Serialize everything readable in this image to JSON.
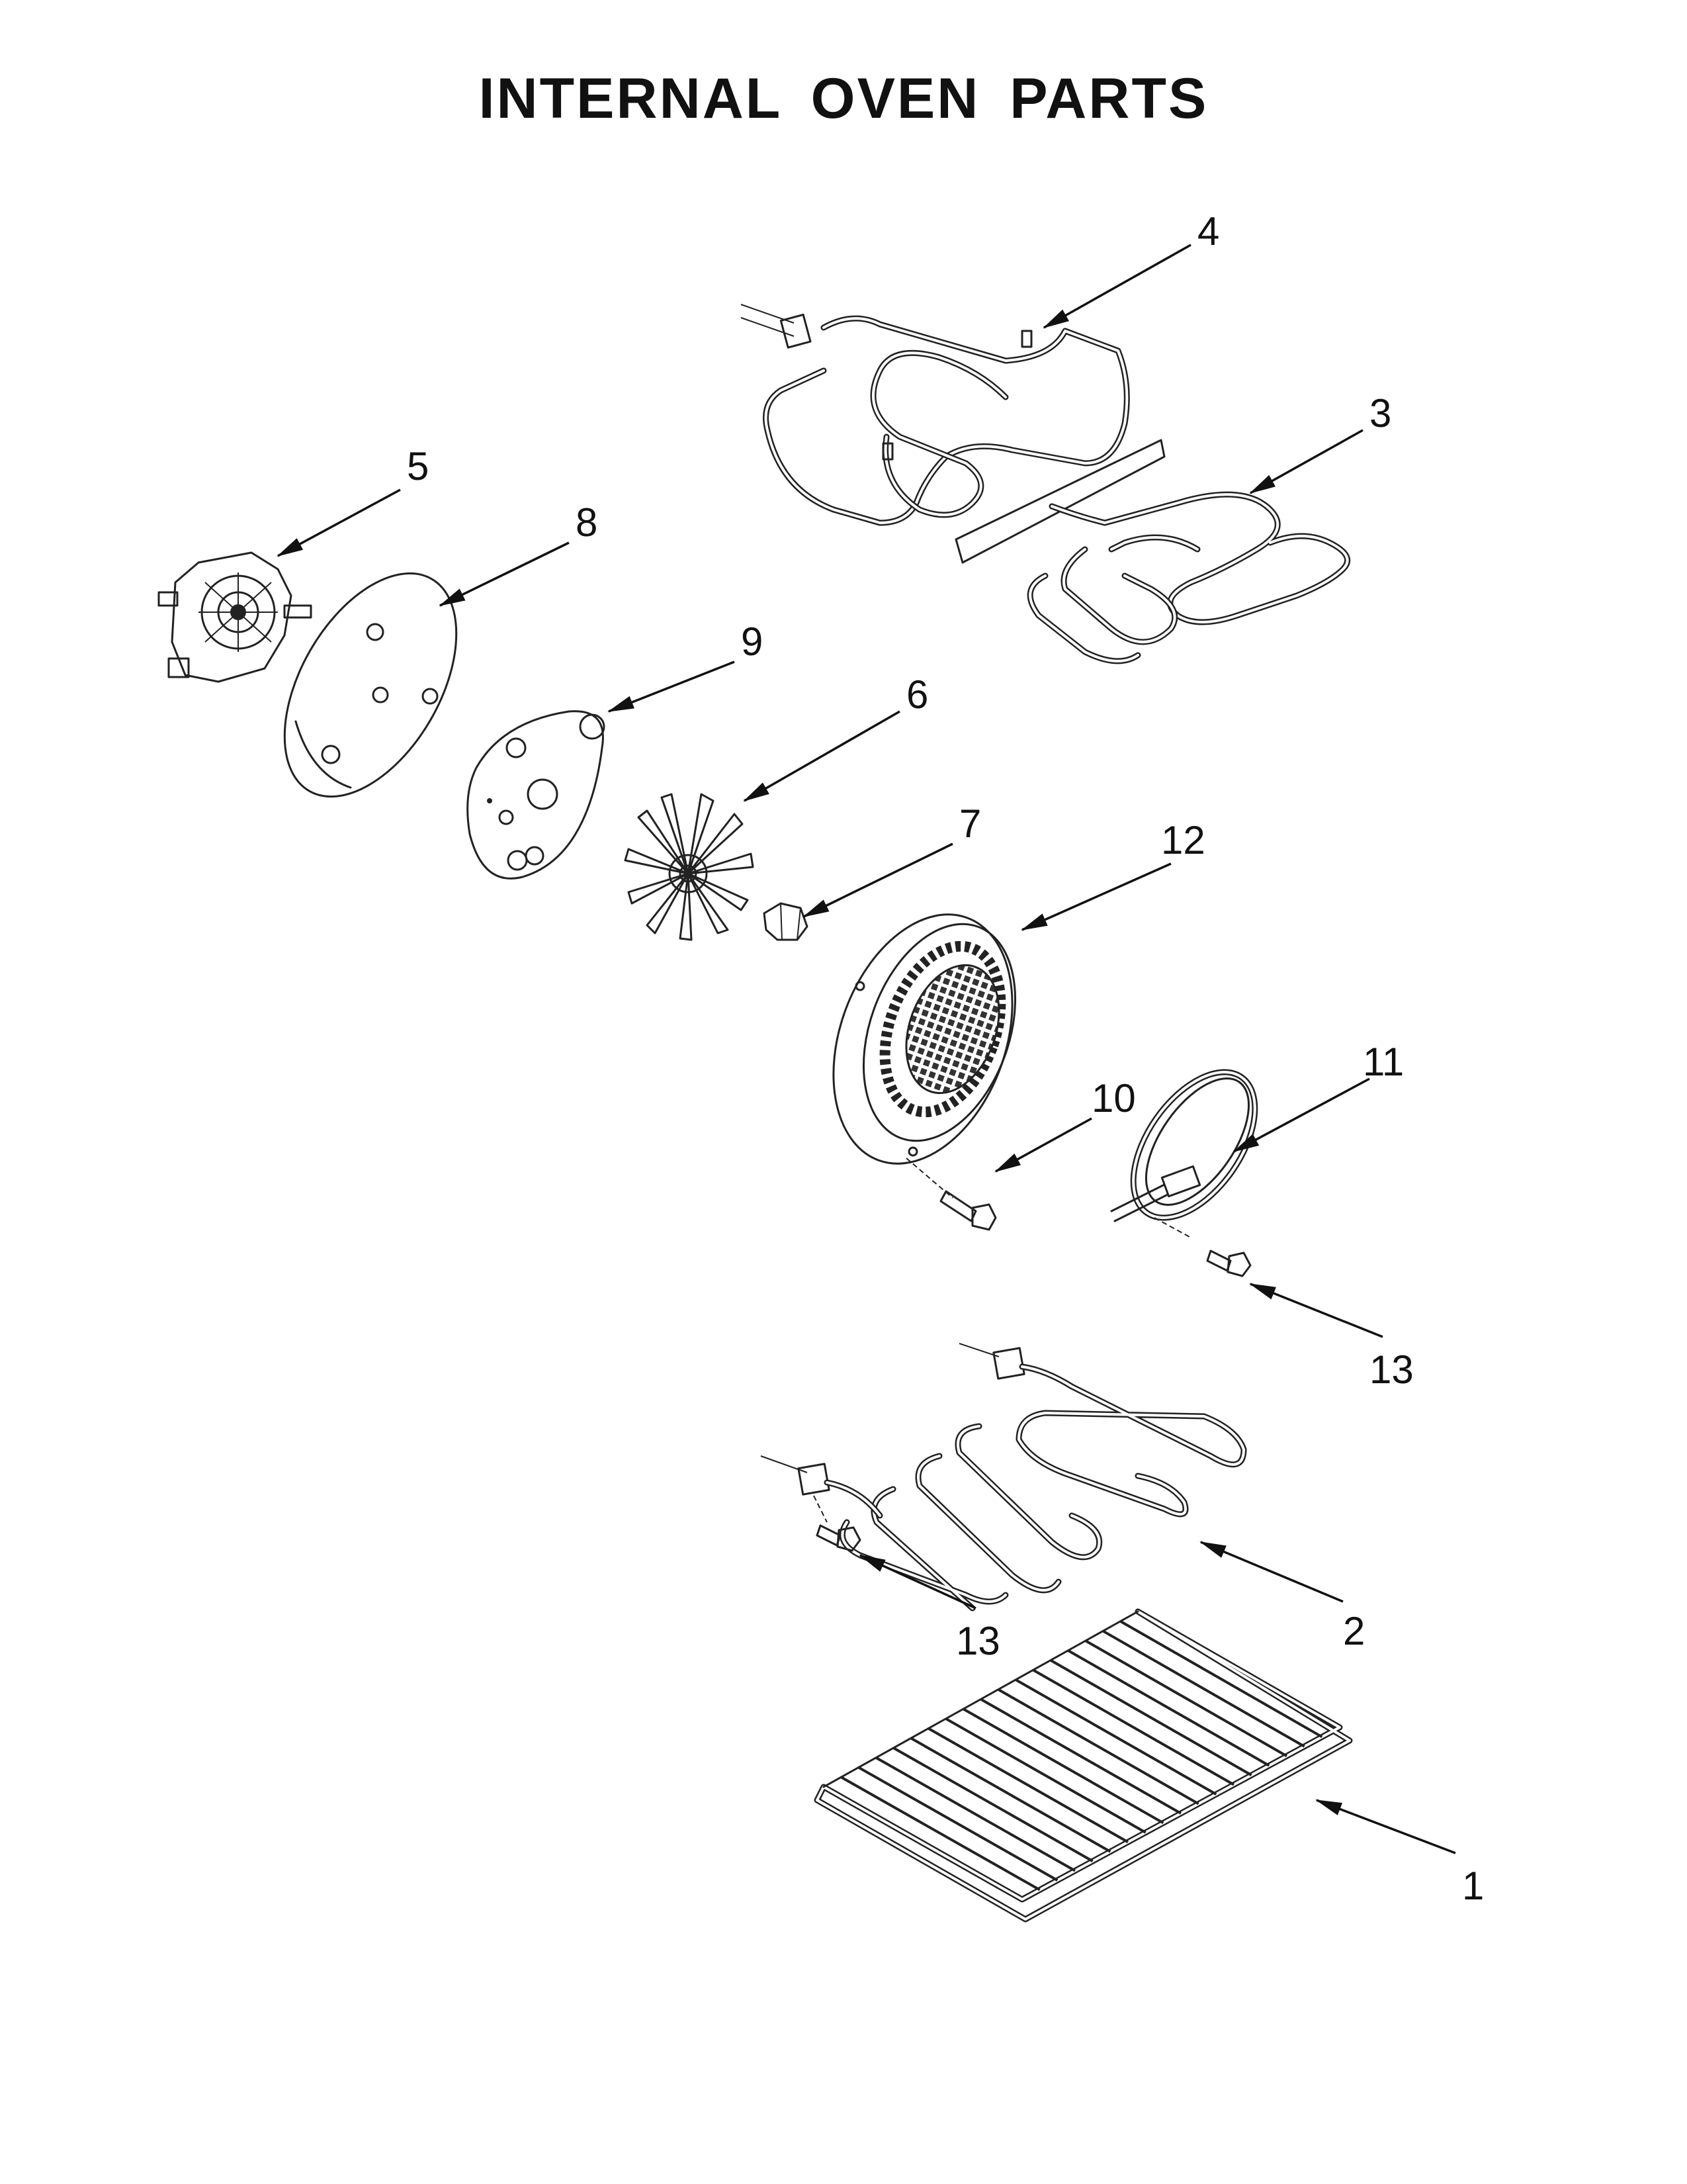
{
  "title": "INTERNAL OVEN PARTS",
  "callouts": [
    {
      "id": "c4",
      "text": "4"
    },
    {
      "id": "c3",
      "text": "3"
    },
    {
      "id": "c5",
      "text": "5"
    },
    {
      "id": "c8",
      "text": "8"
    },
    {
      "id": "c9",
      "text": "9"
    },
    {
      "id": "c6",
      "text": "6"
    },
    {
      "id": "c7",
      "text": "7"
    },
    {
      "id": "c12",
      "text": "12"
    },
    {
      "id": "c11",
      "text": "11"
    },
    {
      "id": "c10",
      "text": "10"
    },
    {
      "id": "c13a",
      "text": "13"
    },
    {
      "id": "c13b",
      "text": "13"
    },
    {
      "id": "c2",
      "text": "2"
    },
    {
      "id": "c1",
      "text": "1"
    }
  ]
}
